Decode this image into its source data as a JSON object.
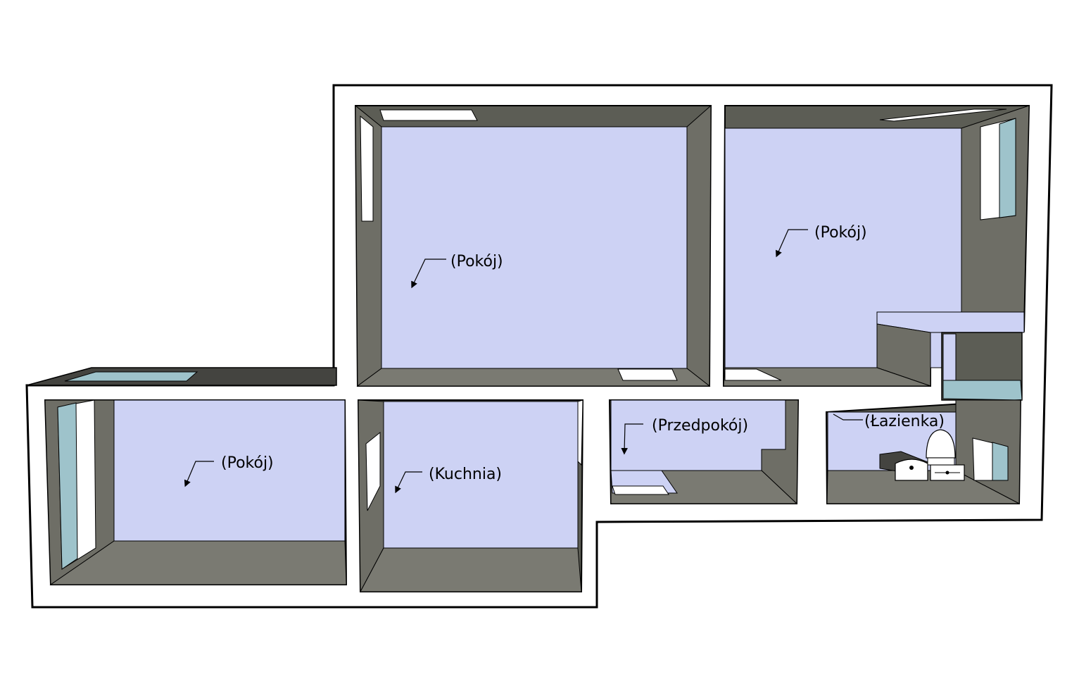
{
  "colors": {
    "floor": "#cdd2f4",
    "wall_dark": "#5c5d55",
    "wall_mid": "#6e6e66",
    "wall_light": "#7a7a72",
    "window_glass": "#9ec3cb",
    "outline": "#000000",
    "background": "#ffffff"
  },
  "rooms": [
    {
      "id": "big-room",
      "label": "(Pokój)"
    },
    {
      "id": "right-room",
      "label": "(Pokój)"
    },
    {
      "id": "left-room",
      "label": "(Pokój)"
    },
    {
      "id": "kitchen",
      "label": "(Kuchnia)"
    },
    {
      "id": "hallway",
      "label": "(Przedpokój)"
    },
    {
      "id": "bathroom",
      "label": "(Łazienka)"
    }
  ],
  "fixtures": {
    "bathtub_icon": "bathtub-icon",
    "sink_icon": "sink-icon",
    "toilet_icon": "toilet-icon"
  }
}
